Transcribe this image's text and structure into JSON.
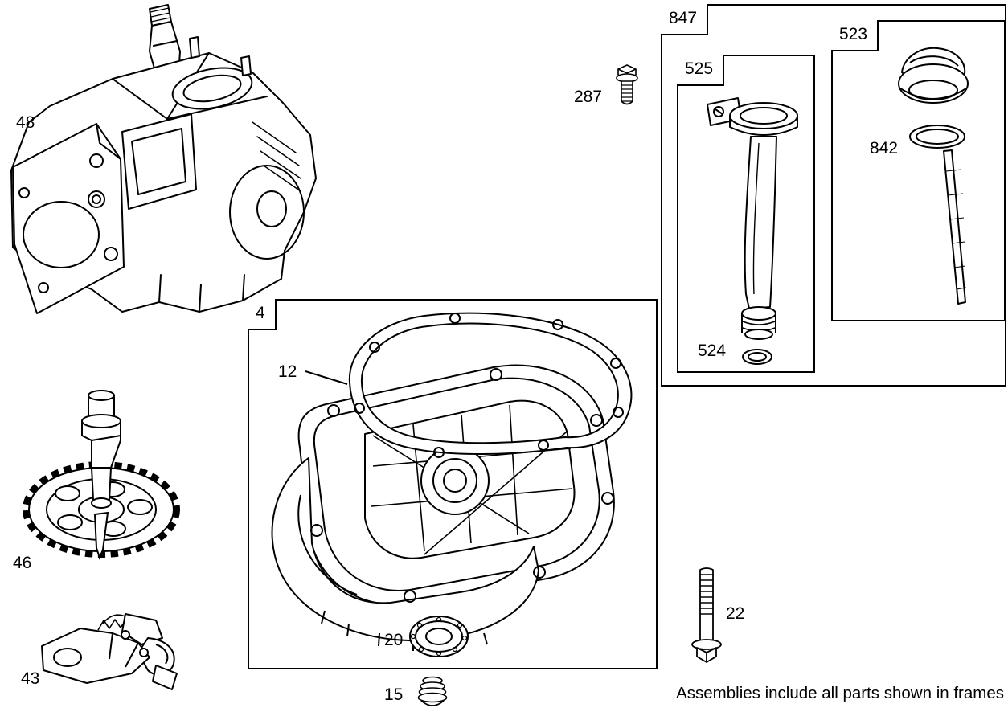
{
  "footer": {
    "note": "Assemblies include all parts shown in frames"
  },
  "colors": {
    "ink": "#000000",
    "paper": "#ffffff"
  },
  "callouts": {
    "part48": "48",
    "part287": "287",
    "frame847": "847",
    "frame525": "525",
    "part524": "524",
    "frame523": "523",
    "part842": "842",
    "frame4": "4",
    "part12": "12",
    "part46": "46",
    "part20": "20",
    "part43": "43",
    "part15": "15",
    "part22": "22"
  }
}
